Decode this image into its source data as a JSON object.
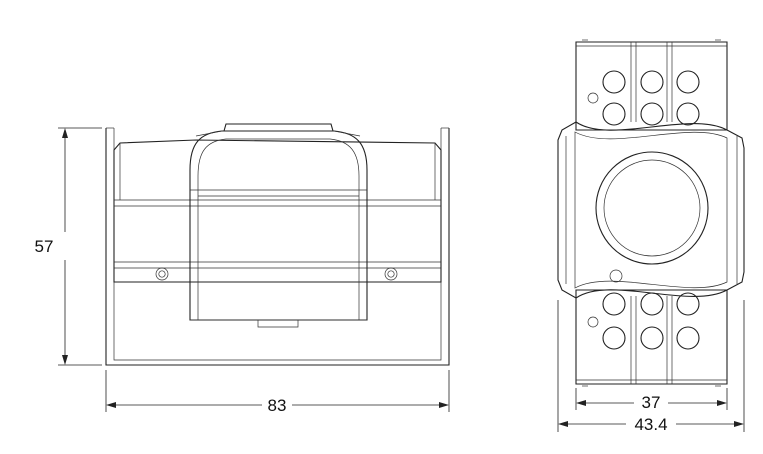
{
  "dimensions": {
    "front_height": "57",
    "front_width": "83",
    "side_inner_width": "37",
    "side_outer_width": "43.4"
  }
}
